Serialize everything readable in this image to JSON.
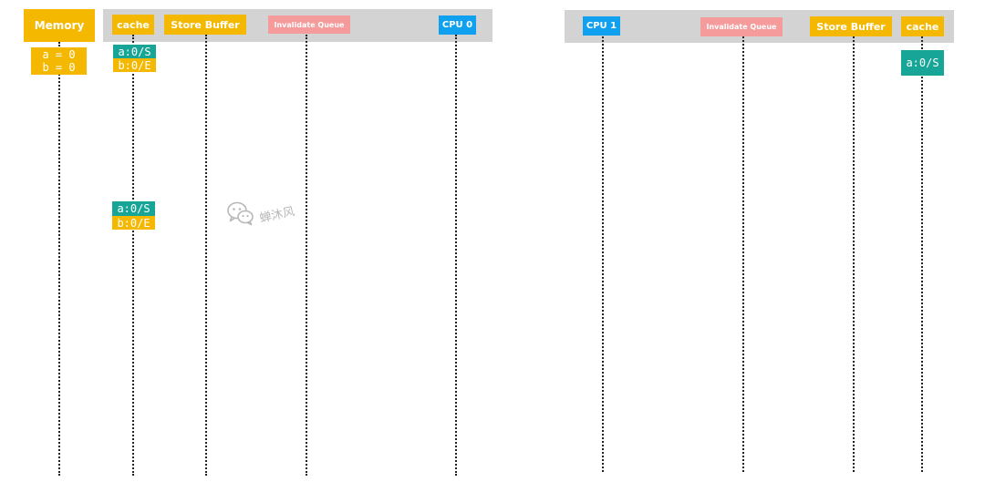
{
  "memory": {
    "label": "Memory",
    "values": [
      "a = 0",
      "b = 0"
    ]
  },
  "cpu0": {
    "cache_label": "cache",
    "store_buffer_label": "Store Buffer",
    "invalidate_queue_label": "Invalidate Queue",
    "cpu_label": "CPU 0",
    "cache_entries_top": [
      "a:0/S",
      "b:0/E"
    ],
    "cache_entries_mid": [
      "a:0/S",
      "b:0/E"
    ]
  },
  "cpu1": {
    "cpu_label": "CPU 1",
    "invalidate_queue_label": "Invalidate Queue",
    "store_buffer_label": "Store Buffer",
    "cache_label": "cache",
    "cache_entries_top": [
      "a:0/S"
    ]
  },
  "watermark": {
    "text": "蝉沐风",
    "icon": "wechat-icon"
  },
  "colors": {
    "yellow": "#f5b800",
    "blue": "#0fa0ef",
    "pink": "#f59b9b",
    "teal": "#16a596",
    "gray_bar": "#d3d3d3"
  }
}
